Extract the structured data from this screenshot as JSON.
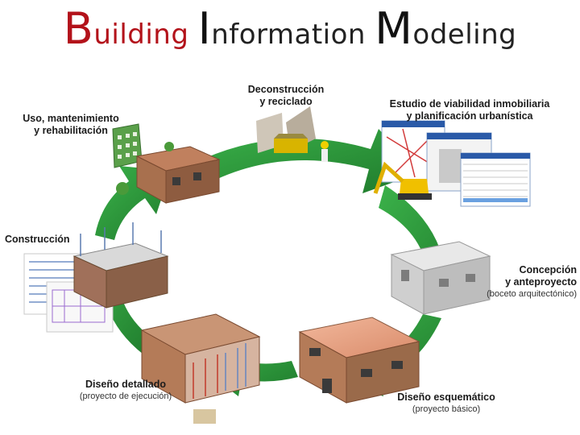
{
  "title": {
    "w1_cap": "B",
    "w1_rest": "uilding",
    "w2_cap": "I",
    "w2_rest": "nformation",
    "w3_cap": "M",
    "w3_rest": "odeling"
  },
  "stages": {
    "deconstruccion": {
      "l1": "Deconstrucción",
      "l2": "y reciclado"
    },
    "estudio": {
      "l1": "Estudio de viabilidad inmobiliaria",
      "l2": "y planificación urbanística"
    },
    "concepcion": {
      "l1": "Concepción",
      "l2": "y anteproyecto",
      "sub": "(boceto arquitectónico)"
    },
    "esquematico": {
      "l1": "Diseño esquemático",
      "sub": "(proyecto básico)"
    },
    "detallado": {
      "l1": "Diseño detallado",
      "sub": "(proyecto de ejecución)"
    },
    "construccion": {
      "l1": "Construcción"
    },
    "uso": {
      "l1": "Uso, mantenimiento",
      "l2": "y rehabilitación"
    }
  },
  "colors": {
    "arrow_green": "#2e9a3c",
    "arrow_dark": "#1f7a2c",
    "title_red": "#b3121a",
    "brick": "#9a6a4a"
  }
}
